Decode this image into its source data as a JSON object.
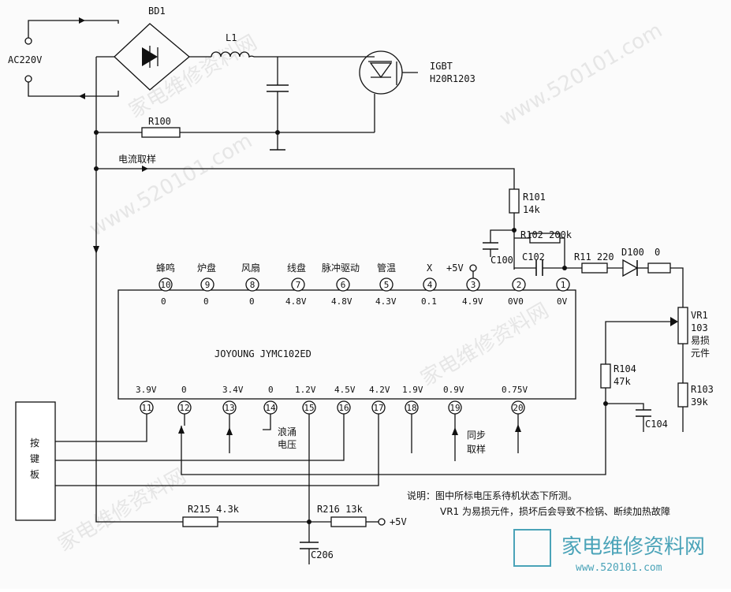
{
  "components": {
    "bd1": "BD1",
    "l1": "L1",
    "ac": "AC220V",
    "igbt": "IGBT",
    "igbt_part": "H20R1203",
    "r100": "R100",
    "current_sense": "电流取样",
    "r101": "R101",
    "r101_val": "14k",
    "r102": "R102 200k",
    "c100": "C100",
    "c102": "C102",
    "r11": "R11 220",
    "d100": "D100",
    "d100_val": "0",
    "vr1": "VR1",
    "vr1_val": "103",
    "vr1_note1": "易损",
    "vr1_note2": "元件",
    "r104": "R104",
    "r104_val": "47k",
    "r103": "R103",
    "r103_val": "39k",
    "c104": "C104",
    "r215": "R215 4.3k",
    "r216": "R216 13k",
    "plus5v_bottom": "+5V",
    "c206": "C206",
    "keyboard": [
      "按",
      "键",
      "板"
    ]
  },
  "ic": {
    "name": "JOYOUNG JYMC102ED",
    "top_pins": [
      {
        "num": "10",
        "label": "蜂鸣",
        "voltage": "0"
      },
      {
        "num": "9",
        "label": "炉盘",
        "voltage": "0"
      },
      {
        "num": "8",
        "label": "风扇",
        "voltage": "0"
      },
      {
        "num": "7",
        "label": "线盘",
        "voltage": "4.8V"
      },
      {
        "num": "6",
        "label": "脉冲驱动",
        "voltage": "4.8V"
      },
      {
        "num": "5",
        "label": "管温",
        "voltage": "4.3V"
      },
      {
        "num": "4",
        "label": "X",
        "voltage": "0.1"
      },
      {
        "num": "3",
        "label": "+5V",
        "voltage": "4.9V"
      },
      {
        "num": "2",
        "label": "",
        "voltage": "0V0"
      },
      {
        "num": "1",
        "label": "",
        "voltage": "0V"
      }
    ],
    "bottom_pins": [
      {
        "num": "11",
        "voltage": "3.9V"
      },
      {
        "num": "12",
        "voltage": "0"
      },
      {
        "num": "13",
        "voltage": "3.4V"
      },
      {
        "num": "14",
        "voltage": "0"
      },
      {
        "num": "15",
        "voltage": "1.2V"
      },
      {
        "num": "16",
        "voltage": "4.5V"
      },
      {
        "num": "17",
        "voltage": "4.2V"
      },
      {
        "num": "18",
        "voltage": "1.9V"
      },
      {
        "num": "19",
        "voltage": "0.9V"
      },
      {
        "num": "20",
        "voltage": "0.75V"
      }
    ],
    "surge_label": [
      "浪涌",
      "电压"
    ],
    "sync_label": [
      "同步",
      "取样"
    ]
  },
  "notes": {
    "line1": "说明：图中所标电压系待机状态下所测。",
    "line2": "VR1 为易损元件，损坏后会导致不检锅、断续加热故障"
  },
  "watermark": {
    "logo_text": "家电维修资料网",
    "url": "www.520101.com"
  }
}
